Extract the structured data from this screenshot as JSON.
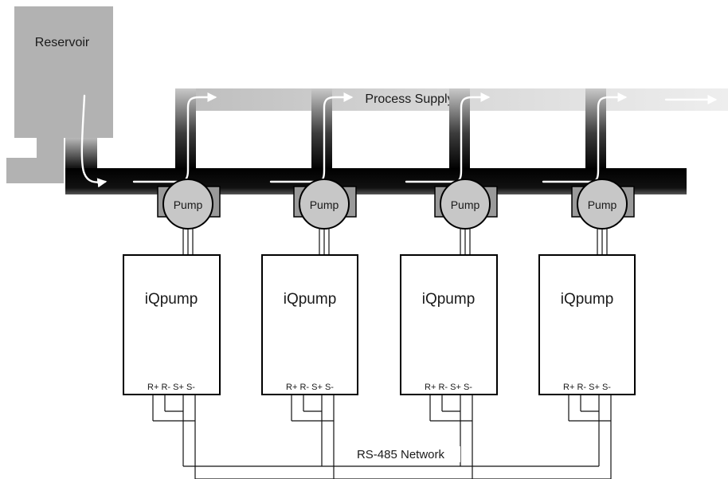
{
  "reservoir": {
    "label": "Reservoir"
  },
  "supply": {
    "label": "Process Supply"
  },
  "network": {
    "label": "RS-485 Network"
  },
  "units": [
    {
      "pump_label": "Pump",
      "drive_label": "iQpump",
      "terminals": "R+ R- S+ S-"
    },
    {
      "pump_label": "Pump",
      "drive_label": "iQpump",
      "terminals": "R+ R- S+ S-"
    },
    {
      "pump_label": "Pump",
      "drive_label": "iQpump",
      "terminals": "R+ R- S+ S-"
    },
    {
      "pump_label": "Pump",
      "drive_label": "iQpump",
      "terminals": "R+ R- S+ S-"
    }
  ],
  "colors": {
    "reservoir": "#b2b2b2",
    "header_pipe": "#000000",
    "supply_pipe_light": "#e6e6e6",
    "pump_fill": "#c7c7c7"
  }
}
